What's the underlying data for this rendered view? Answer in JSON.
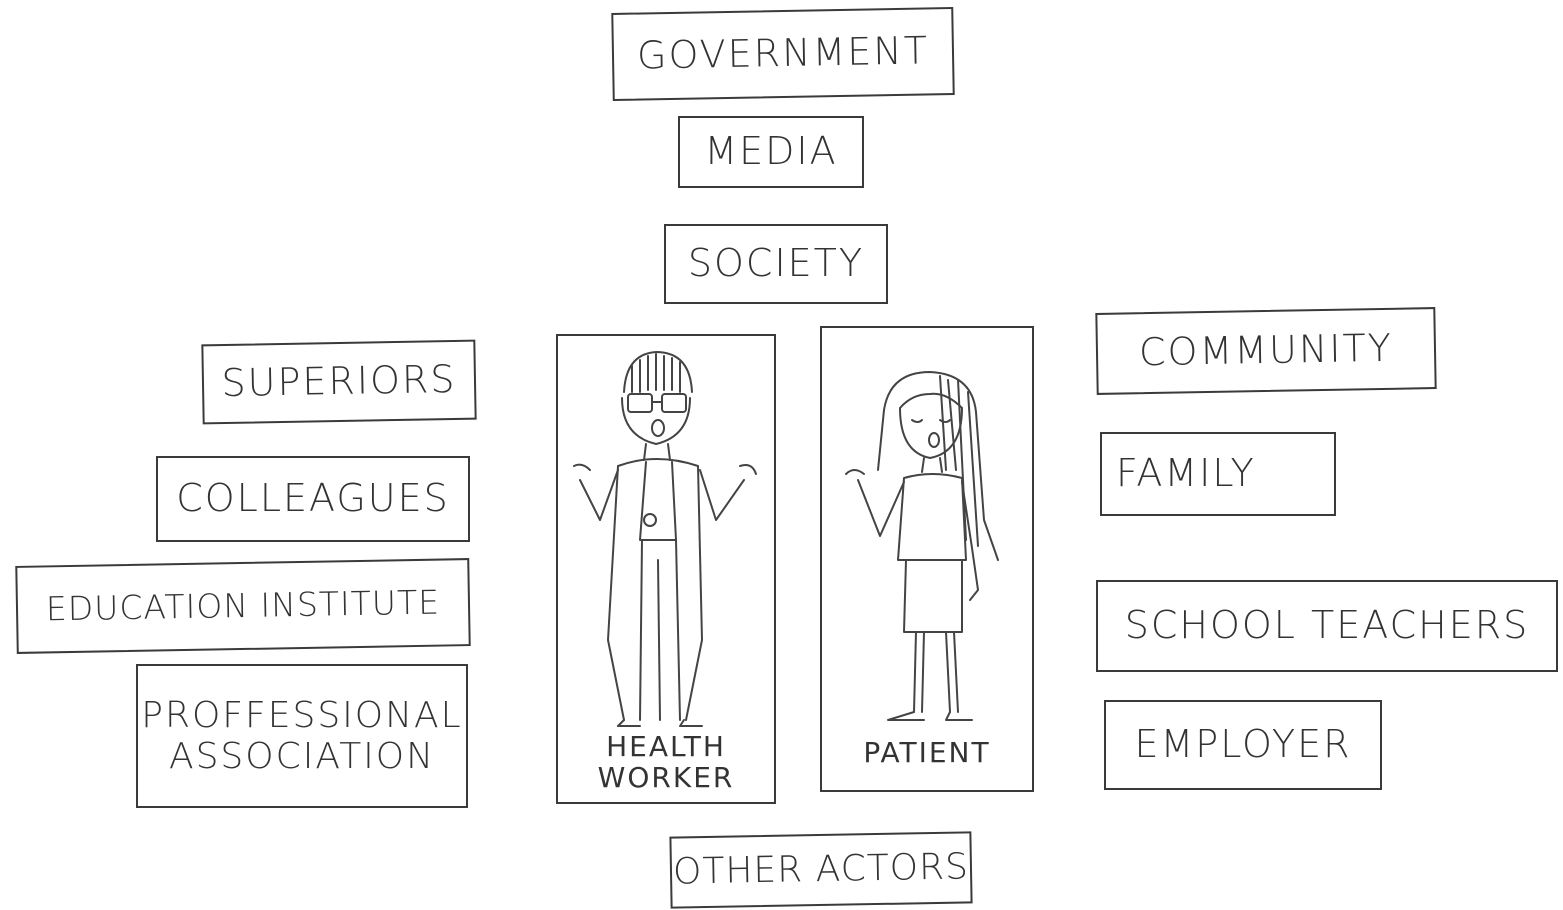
{
  "top": {
    "government": "GOVERNMENT",
    "media": "MEDIA",
    "society": "SOCIETY"
  },
  "left": {
    "superiors": "SUPERIORS",
    "colleagues": "COLLEAGUES",
    "education_institute": "EDUCATION INSTITUTE",
    "professional_association": "PROFFESSIONAL\nASSOCIATION"
  },
  "right": {
    "community": "COMMUNITY",
    "family": "FAMILY",
    "school_teachers": "SCHOOL TEACHERS",
    "employer": "EMPLOYER"
  },
  "center": {
    "health_worker": "HEALTH\nWORKER",
    "patient": "PATIENT"
  },
  "bottom": {
    "other_actors": "OTHER ACTORS"
  }
}
